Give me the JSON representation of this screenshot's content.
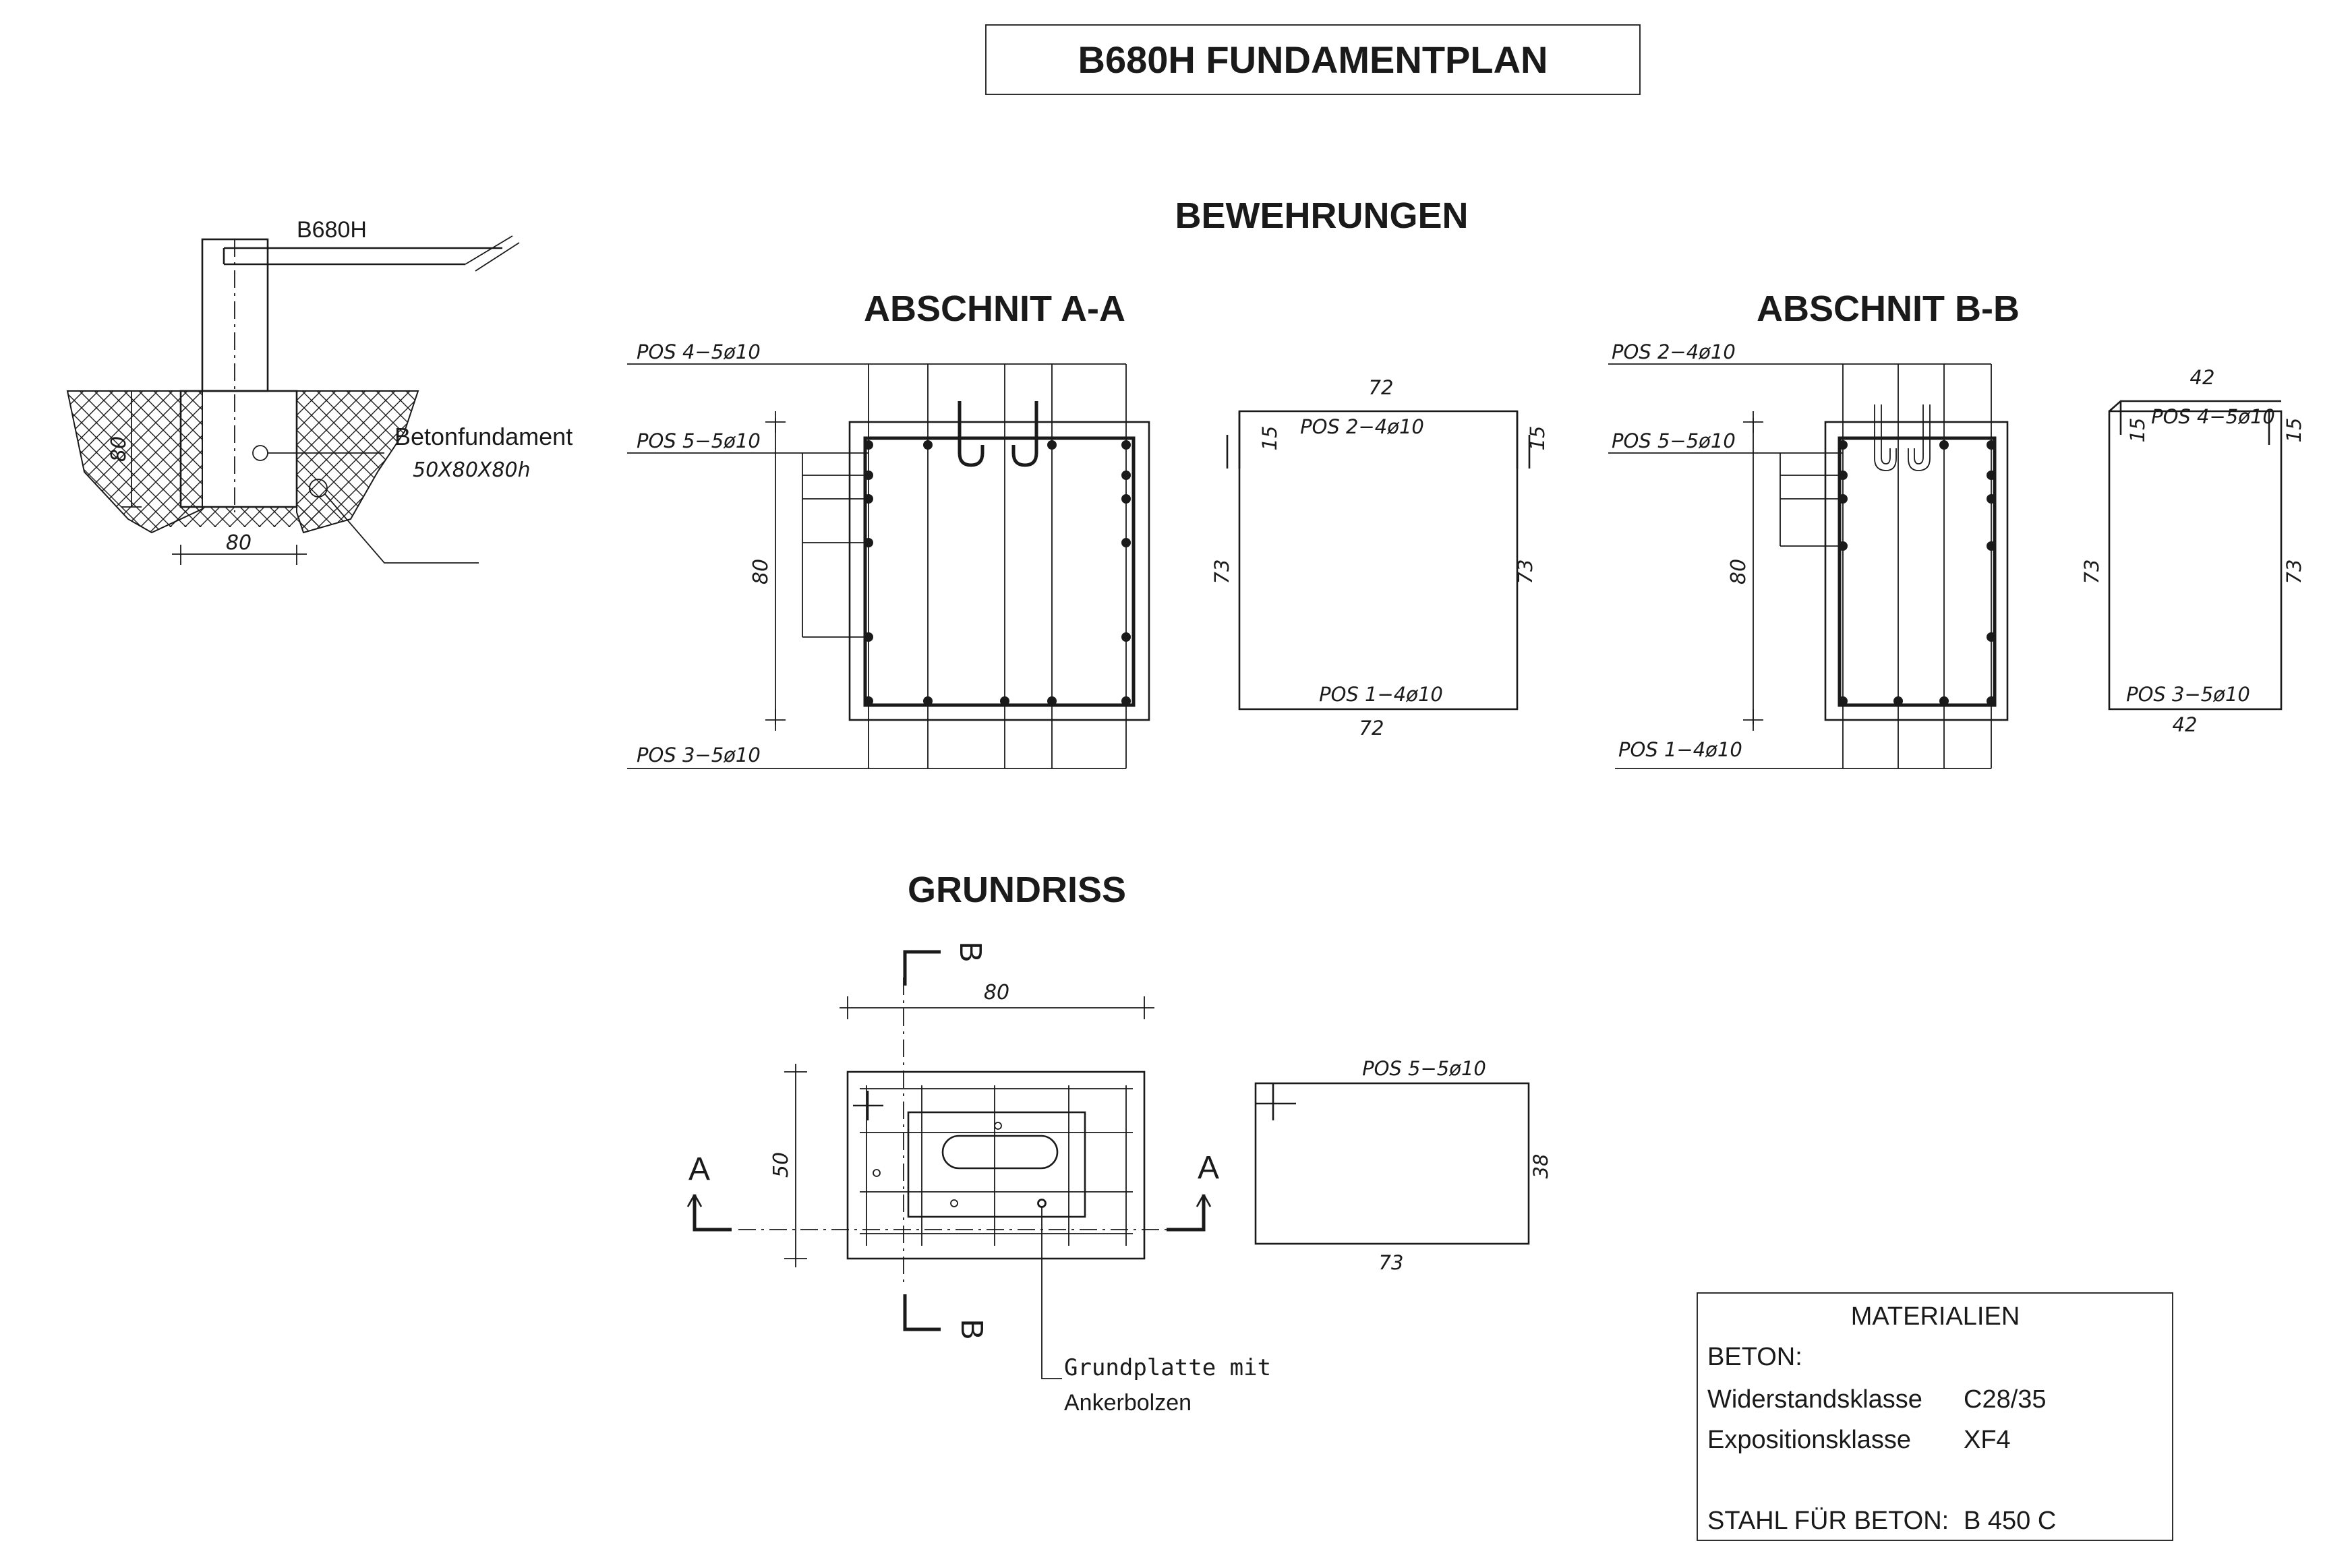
{
  "title": "B680H FUNDAMENTPLAN",
  "section_headers": {
    "reinforcement": "BEWEHRUNGEN",
    "section_aa": "ABSCHNIT A-A",
    "section_bb": "ABSCHNIT B-B",
    "plan": "GRUNDRISS"
  },
  "elevation": {
    "barrier_label": "B680H",
    "foundation_label": "Betonfundament",
    "foundation_size": "50X80X80h",
    "dim_height": "80",
    "dim_width": "80"
  },
  "section_aa": {
    "pos_top": "POS 4−5ø10",
    "pos_side": "POS 5−5ø10",
    "pos_bottom": "POS 3−5ø10",
    "dim_height": "80",
    "stirrup": {
      "top_width": "72",
      "top_label": "POS 2−4ø10",
      "left_hook": "15",
      "right_hook": "15",
      "left_height": "73",
      "right_height": "73",
      "bottom_label": "POS 1−4ø10",
      "bottom_width": "72"
    }
  },
  "section_bb": {
    "pos_top": "POS 2−4ø10",
    "pos_side": "POS 5−5ø10",
    "pos_bottom": "POS 1−4ø10",
    "dim_height": "80",
    "stirrup": {
      "top_width": "42",
      "top_label": "POS 4−5ø10",
      "left_hook": "15",
      "right_hook": "15",
      "left_height": "73",
      "right_height": "73",
      "bottom_label": "POS 3−5ø10",
      "bottom_width": "42"
    }
  },
  "plan": {
    "dim_width": "80",
    "dim_depth": "50",
    "marker_a": "A",
    "marker_b": "B",
    "baseplate_label_1": "Grundplatte mit",
    "baseplate_label_2": "Ankerbolzen",
    "ring": {
      "label": "POS 5−5ø10",
      "side": "38",
      "bottom": "73"
    }
  },
  "materials": {
    "heading": "MATERIALIEN",
    "concrete_heading": "BETON:",
    "rows": [
      {
        "label": "Widerstandsklasse",
        "value": "C28/35"
      },
      {
        "label": "Expositionsklasse",
        "value": "XF4"
      }
    ],
    "steel_label": "STAHL FÜR BETON:",
    "steel_value": "B 450 C"
  }
}
